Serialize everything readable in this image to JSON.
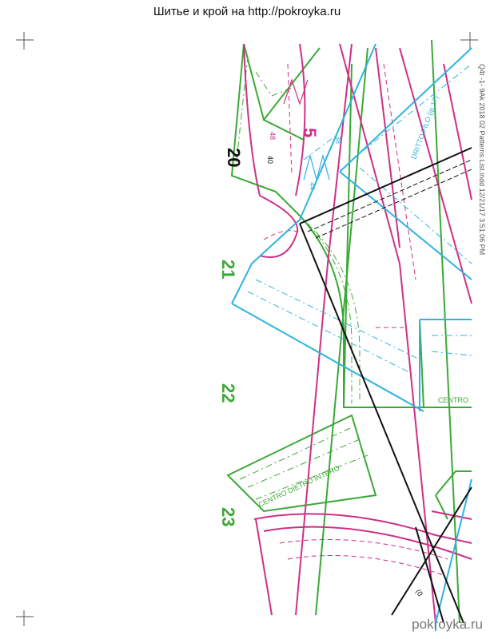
{
  "header": {
    "title": "Шитье и крой на http://pokroyka.ru"
  },
  "footer": {
    "watermark": "pokroyka.ru"
  },
  "pattern": {
    "row_numbers": [
      "20",
      "21",
      "22",
      "23"
    ],
    "piece_number": "5",
    "labels": {
      "grain": "DRITTO FILO (ip.17)",
      "centro": "CENTRO",
      "centro_dietro": "CENTRO DIETRO INTERO",
      "size_38": "38",
      "size_40": "40",
      "size_44": "44",
      "size_48": "48",
      "marker_0": "(0"
    },
    "side_note": "Q4t -1- 9Ak 2018 02 Patterns List.indd 12/21/17 3:51:06 PM"
  },
  "colors": {
    "green": "#3aa935",
    "magenta": "#cf2f86",
    "cyan": "#2fb3e0",
    "black": "#111111"
  }
}
